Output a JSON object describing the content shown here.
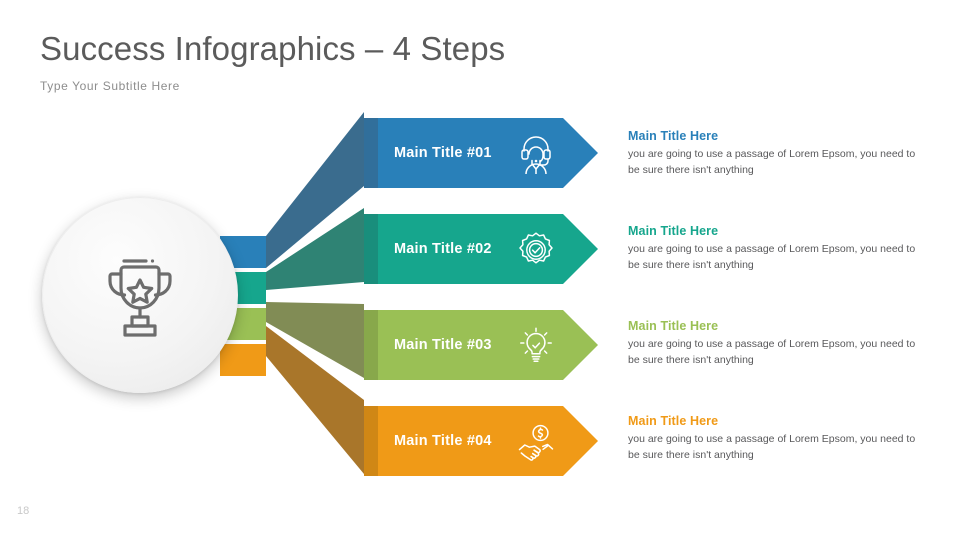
{
  "header": {
    "title": "Success Infographics – 4 Steps",
    "subtitle": "Type Your Subtitle Here"
  },
  "page_number": "18",
  "center_badge": {
    "icon": "trophy-star-icon",
    "circle_color": "#f2f2f2",
    "icon_color": "#6d6d6d"
  },
  "steps": [
    {
      "label": "Main Title #01",
      "icon": "headset-support-agent-icon",
      "color": "#2980b9",
      "ribbon_color": "#3a6c8e",
      "tab_color": "#316f9b",
      "desc_title": "Main Title Here",
      "desc_body": "you are going to use a passage of Lorem Epsom, you need to be sure there isn't anything"
    },
    {
      "label": "Main Title #02",
      "icon": "gear-check-icon",
      "color": "#16a68d",
      "ribbon_color": "#2f8374",
      "tab_color": "#198e7c",
      "desc_title": "Main Title Here",
      "desc_body": "you are going to use a passage of Lorem Epsom, you need to be sure there isn't anything"
    },
    {
      "label": "Main Title #03",
      "icon": "lightbulb-check-icon",
      "color": "#9ac055",
      "ribbon_color": "#818c55",
      "tab_color": "#88a84b",
      "desc_title": "Main Title Here",
      "desc_body": "you are going to use a passage of Lorem Epsom, you need to be sure there isn't anything"
    },
    {
      "label": "Main Title #04",
      "icon": "handshake-money-icon",
      "color": "#f09a17",
      "ribbon_color": "#a9762a",
      "tab_color": "#d08715",
      "desc_title": "Main Title Here",
      "desc_body": "you are going to use a passage of Lorem Epsom, you need to be sure there isn't anything"
    }
  ]
}
